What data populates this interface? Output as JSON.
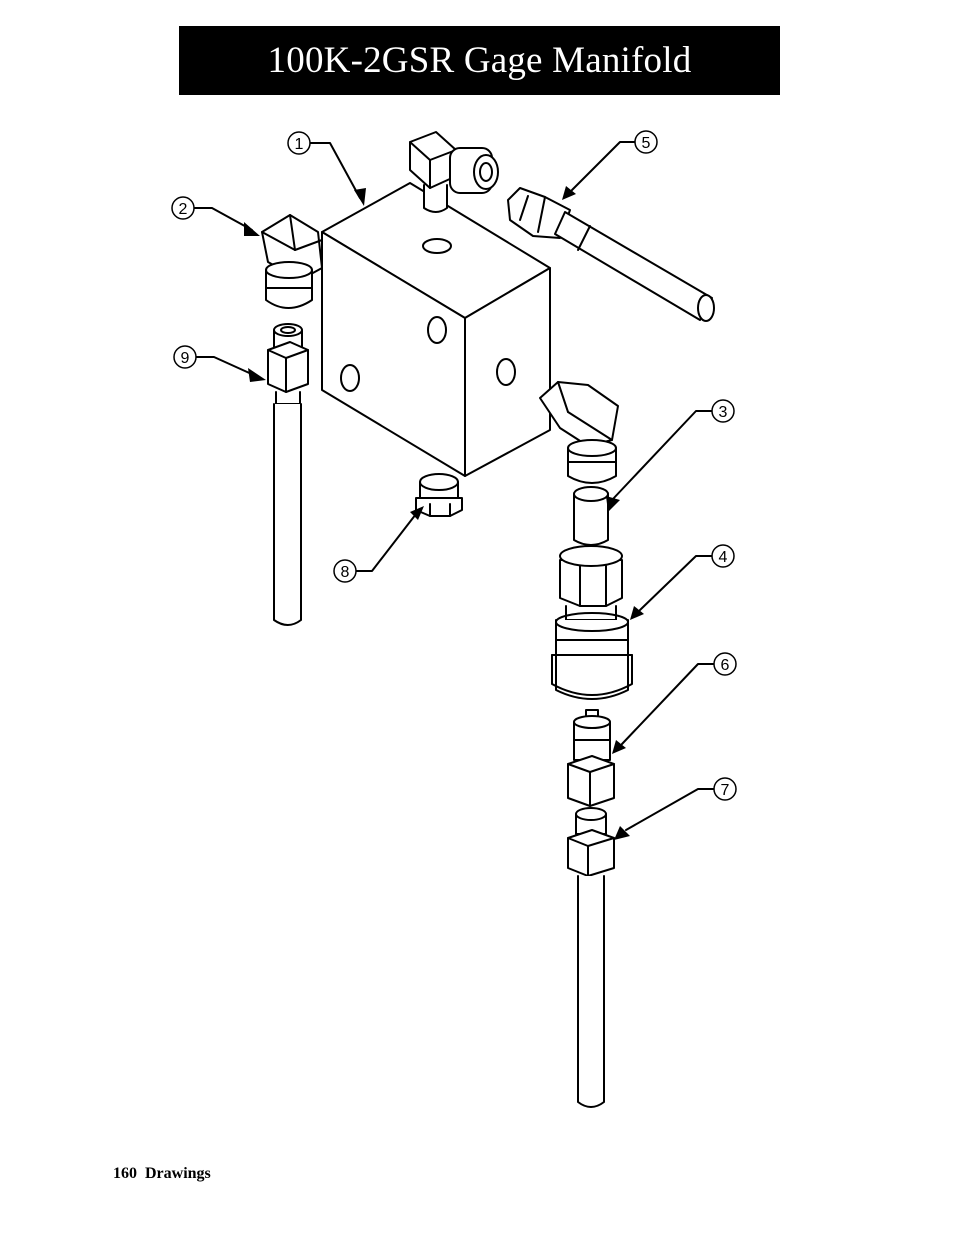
{
  "header": {
    "title": "100K-2GSR Gage Manifold"
  },
  "footer": {
    "page_number": "160",
    "section": "Drawings"
  },
  "callouts": [
    "1",
    "2",
    "3",
    "4",
    "5",
    "6",
    "7",
    "8",
    "9"
  ]
}
